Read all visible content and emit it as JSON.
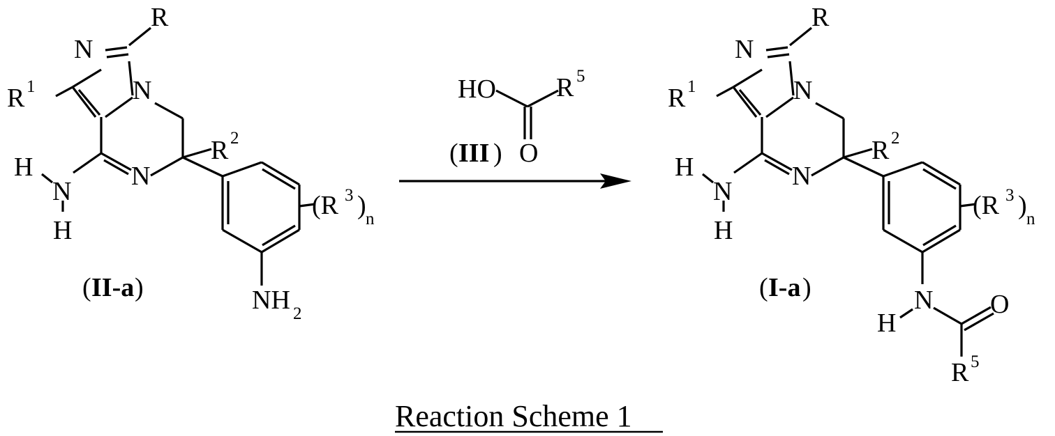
{
  "scheme_title": "Reaction Scheme 1",
  "reagent": {
    "compound_label": "III",
    "atoms": {
      "hydroxyl": "HO",
      "oxygen": "O",
      "substituent": "R",
      "substituent_sup": "5"
    }
  },
  "starting_material": {
    "compound_label": "II-a",
    "atoms": {
      "r": "R",
      "r1": "R",
      "r1_sup": "1",
      "n_top": "N",
      "n_ring": "N",
      "n_imine": "N",
      "nh_h_top": "H",
      "nh_n": "N",
      "nh_h_bottom": "H",
      "r2": "R",
      "r2_sup": "2",
      "r3_open": "(R",
      "r3_sup": "3",
      "r3_close": ")",
      "r3_sub": "n",
      "amine_nh": "NH",
      "amine_sub": "2"
    }
  },
  "product": {
    "compound_label": "I-a",
    "atoms": {
      "r": "R",
      "r1": "R",
      "r1_sup": "1",
      "n_top": "N",
      "n_ring": "N",
      "n_imine": "N",
      "nh_h_top": "H",
      "nh_n": "N",
      "nh_h_bottom": "H",
      "r2": "R",
      "r2_sup": "2",
      "r3_open": "(R",
      "r3_sup": "3",
      "r3_close": ")",
      "r3_sub": "n",
      "amide_n": "N",
      "amide_h": "H",
      "amide_o": "O",
      "r5": "R",
      "r5_sup": "5"
    }
  }
}
